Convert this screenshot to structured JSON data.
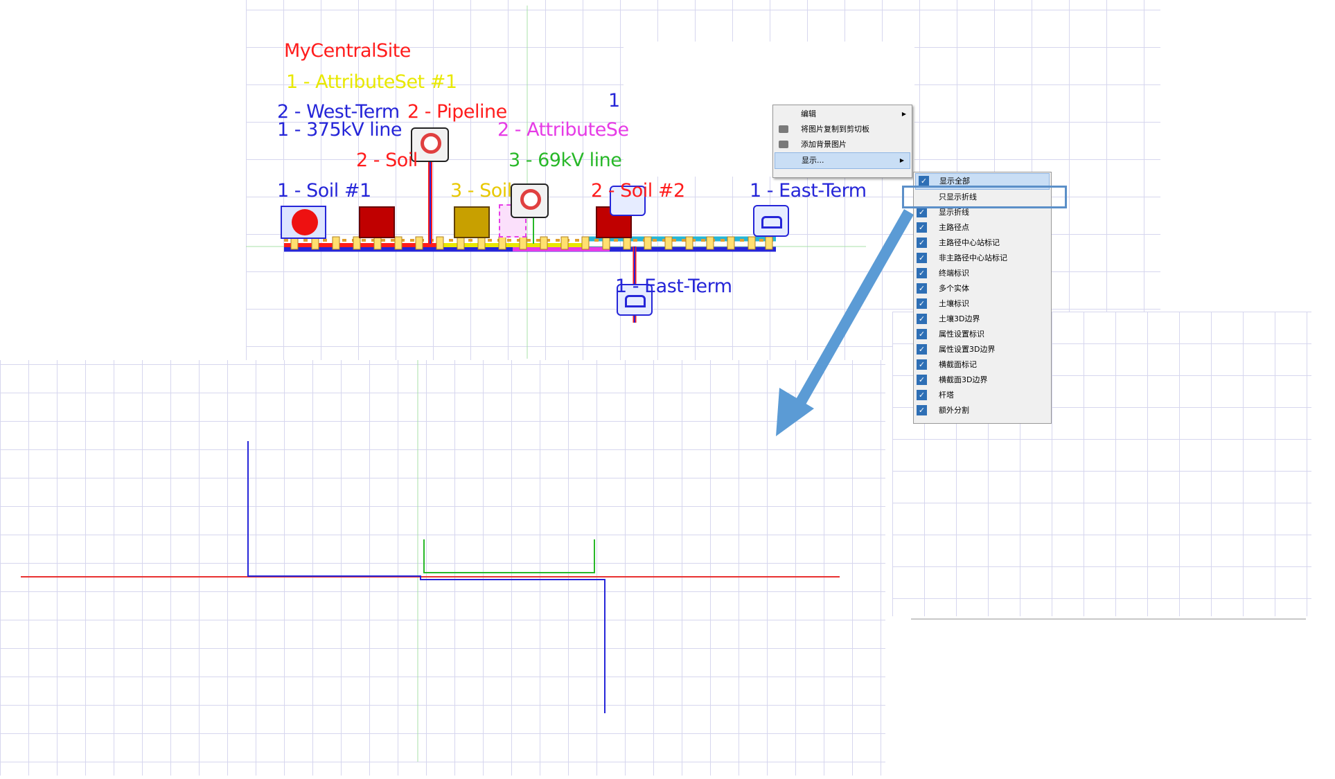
{
  "diagram": {
    "site_name": "MyCentralSite",
    "attribute_set_1": "1 - AttributeSet #1",
    "west_term": "2 - West-Term",
    "pipeline": "2 - Pipeline",
    "line_375kv": "1 - 375kV line",
    "attribute_set_2": "2 - AttributeSe",
    "soil_2_top": "2 - Soil",
    "line_69kv": "3 - 69kV line",
    "soil_1": "1 - Soil #1",
    "soil_3": "3 - Soil",
    "soil_2": "2 - Soil #2",
    "east_term": "1 - East-Term",
    "east_term_lower": "1 - East-Term",
    "stray_label": "1"
  },
  "context_menu": {
    "items": [
      {
        "label": "编辑",
        "has_submenu": true,
        "has_icon": false
      },
      {
        "label": "将图片复制到剪切板",
        "has_submenu": false,
        "has_icon": true
      },
      {
        "label": "添加背景图片",
        "has_submenu": false,
        "has_icon": true
      },
      {
        "label": "显示...",
        "has_submenu": true,
        "has_icon": false,
        "highlighted": true
      }
    ]
  },
  "display_submenu": {
    "items": [
      {
        "label": "显示全部",
        "checked": true
      },
      {
        "label": "只显示折线",
        "checked": false,
        "highlighted": true
      },
      {
        "label": "显示折线",
        "checked": true
      },
      {
        "label": "主路径点",
        "checked": true
      },
      {
        "label": "主路径中心站标记",
        "checked": true
      },
      {
        "label": "非主路径中心站标记",
        "checked": true
      },
      {
        "label": "终端标识",
        "checked": true
      },
      {
        "label": "多个实体",
        "checked": true
      },
      {
        "label": "土壤标识",
        "checked": true
      },
      {
        "label": "土壤3D边界",
        "checked": true
      },
      {
        "label": "属性设置标识",
        "checked": true
      },
      {
        "label": "属性设置3D边界",
        "checked": true
      },
      {
        "label": "横截面标记",
        "checked": true
      },
      {
        "label": "横截面3D边界",
        "checked": true
      },
      {
        "label": "杆塔",
        "checked": true
      },
      {
        "label": "额外分割",
        "checked": true
      }
    ]
  },
  "colors": {
    "red": "#ff1c1c",
    "blue": "#2525d8",
    "yellow": "#e8e800",
    "magenta": "#e63be6",
    "green": "#28b828",
    "arrow": "#5b9bd5",
    "grid": "#d6d6ee"
  }
}
